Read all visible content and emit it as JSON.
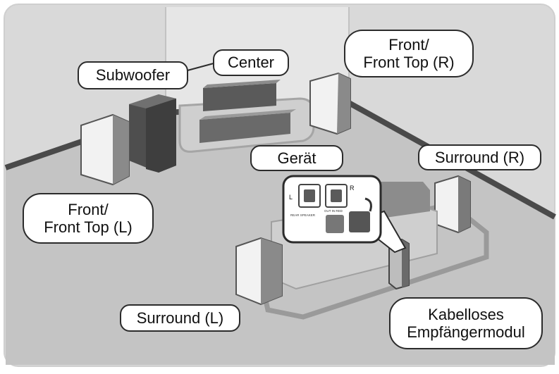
{
  "labels": {
    "subwoofer": "Subwoofer",
    "center": "Center",
    "front_right": "Front/\nFront Top (R)",
    "unit": "Gerät",
    "surround_right": "Surround (R)",
    "front_left": "Front/\nFront Top (L)",
    "surround_left": "Surround (L)",
    "wireless_module": "Kabelloses\nEmpfängermodul"
  },
  "inset": {
    "left_channel": "L",
    "right_channel": "R",
    "left_jack_caption": "REAR SPEAKER",
    "right_jack_caption": "OUT IN RED"
  },
  "colors": {
    "wall": "#d8d8d8",
    "floor": "#bcbcbc",
    "baseboard": "#4a4a4a",
    "speaker_face": "#f2f2f2",
    "speaker_side": "#7a7a7a",
    "subwoofer": "#585858",
    "label_border": "#2b2b2b"
  }
}
